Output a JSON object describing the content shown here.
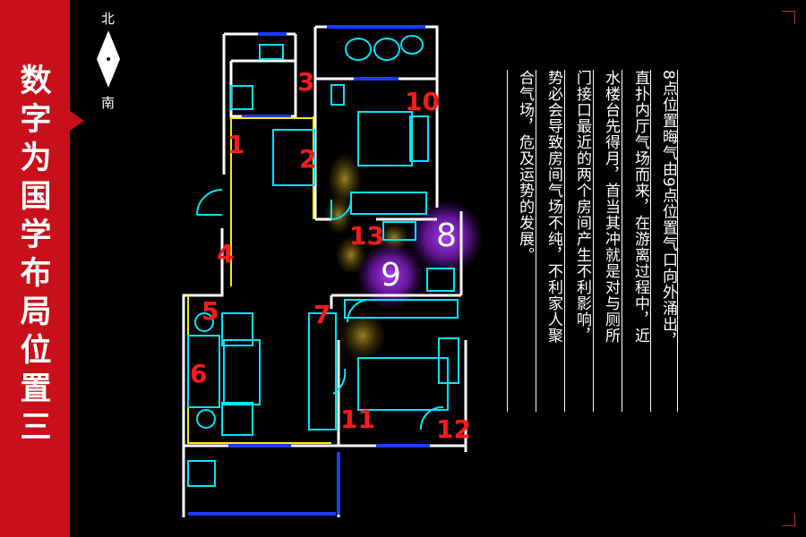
{
  "sidebar": {
    "title": "数字为国学布局位置三"
  },
  "compass": {
    "north": "北",
    "south": "南"
  },
  "description": {
    "columns": [
      "8点位置晦气由9点位置气口向外涌出，",
      "直扑内厅气场而来，在游离过程中，近",
      "水楼台先得月，首当其冲就是对与厕所",
      "门接口最近的两个房间产生不利影响，",
      "势必会导致房间气场不纯，不利家人聚",
      "合气场，危及运势的发展。"
    ]
  },
  "markers": [
    {
      "label": "1"
    },
    {
      "label": "2"
    },
    {
      "label": "3"
    },
    {
      "label": "4"
    },
    {
      "label": "5"
    },
    {
      "label": "6"
    },
    {
      "label": "7"
    },
    {
      "label": "8"
    },
    {
      "label": "9"
    },
    {
      "label": "10"
    },
    {
      "label": "11"
    },
    {
      "label": "12"
    },
    {
      "label": "13"
    }
  ],
  "colors": {
    "sidebar": "#c8101a",
    "wall": "#ffffff",
    "window": "#1a3cff",
    "furniture": "#00e5ff",
    "zone_line": "#ffe600",
    "marker": "#ff1a1a",
    "glow": "#a020f0",
    "qi_flow": "#d8b020"
  }
}
